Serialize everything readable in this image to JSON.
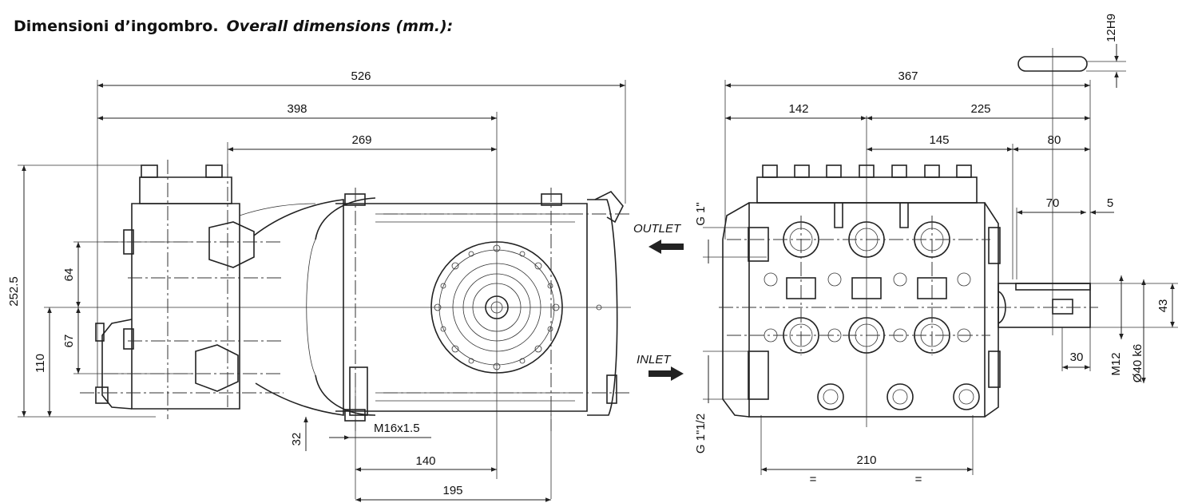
{
  "header": {
    "title_it": "Dimensioni d’ingombro.",
    "title_en": "Overall dimensions (mm.):"
  },
  "side_view": {
    "dims": {
      "d526": "526",
      "d398": "398",
      "d269": "269",
      "d252_5": "252.5",
      "d110": "110",
      "d64": "64",
      "d67": "67",
      "d32": "32",
      "d140": "140",
      "d195": "195",
      "thread": "M16x1.5"
    }
  },
  "front_view": {
    "dims": {
      "d367": "367",
      "d142": "142",
      "d225": "225",
      "d145": "145",
      "d80": "80",
      "d70": "70",
      "d5": "5",
      "d43": "43",
      "d30": "30",
      "m12": "M12",
      "shaft": "Ø40 k6",
      "key": "12H9",
      "d210": "210",
      "eq1": "=",
      "eq2": "=",
      "outlet_thread": "G 1\"",
      "inlet_thread": "G 1\"1/2"
    },
    "flow_labels": {
      "outlet": "OUTLET",
      "inlet": "INLET"
    }
  }
}
